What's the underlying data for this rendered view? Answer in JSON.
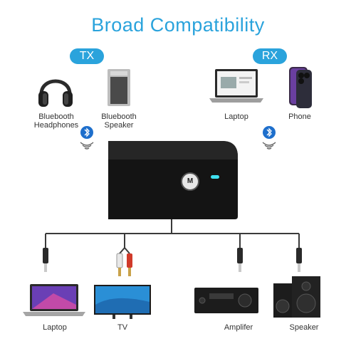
{
  "title": "Broad Compatibility",
  "modes": {
    "tx": "TX",
    "rx": "RX"
  },
  "tx_devices": [
    {
      "label": "Bluebooth\nHeadphones",
      "icon": "headphones-icon"
    },
    {
      "label": "Bluebooth\nSpeaker",
      "icon": "speaker-icon"
    }
  ],
  "rx_devices": [
    {
      "label": "Laptop",
      "icon": "laptop-icon"
    },
    {
      "label": "Phone",
      "icon": "phone-icon"
    }
  ],
  "adapter": {
    "button_label": "M",
    "led_color": "#3fe0f0"
  },
  "outputs": [
    {
      "label": "Laptop",
      "icon": "laptop-icon"
    },
    {
      "label": "TV",
      "icon": "tv-icon"
    },
    {
      "label": "Amplifer",
      "icon": "amplifier-icon"
    },
    {
      "label": "Speaker",
      "icon": "speaker-pair-icon"
    }
  ],
  "colors": {
    "accent": "#2aa3dc",
    "line": "#3a3a3a"
  }
}
